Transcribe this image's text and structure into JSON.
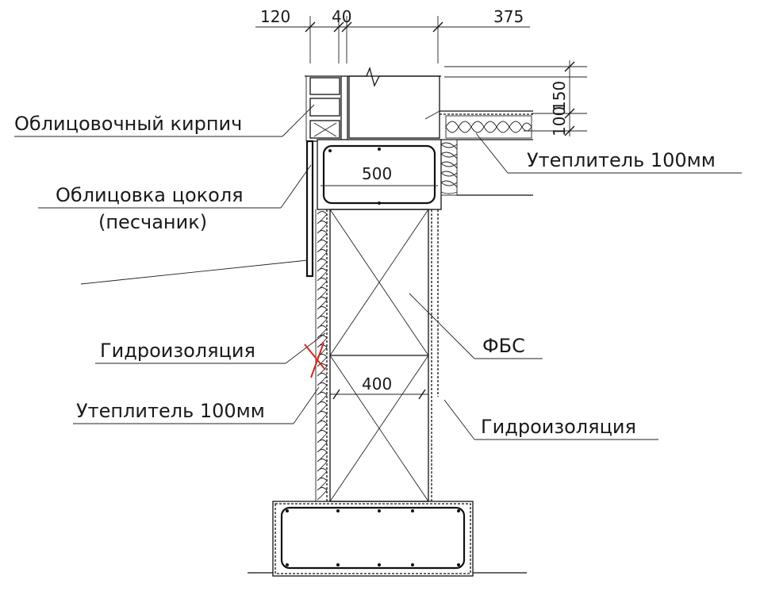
{
  "dimensions": {
    "top_120": "120",
    "top_40": "40",
    "top_375": "375",
    "side_150": "150",
    "side_100": "100",
    "width_500": "500",
    "width_400": "400"
  },
  "labels": {
    "facing_brick": "Облицовочный кирпич",
    "insulation_top": "Утеплитель 100мм",
    "plinth_facing_1": "Облицовка цоколя",
    "plinth_facing_2": "(песчаник)",
    "waterproofing_left": "Гидроизоляция",
    "fbs": "ФБС",
    "insulation_left": "Утеплитель 100мм",
    "waterproofing_right": "Гидроизоляция"
  },
  "marks": {
    "red_cross_color": "#d22a1e"
  }
}
